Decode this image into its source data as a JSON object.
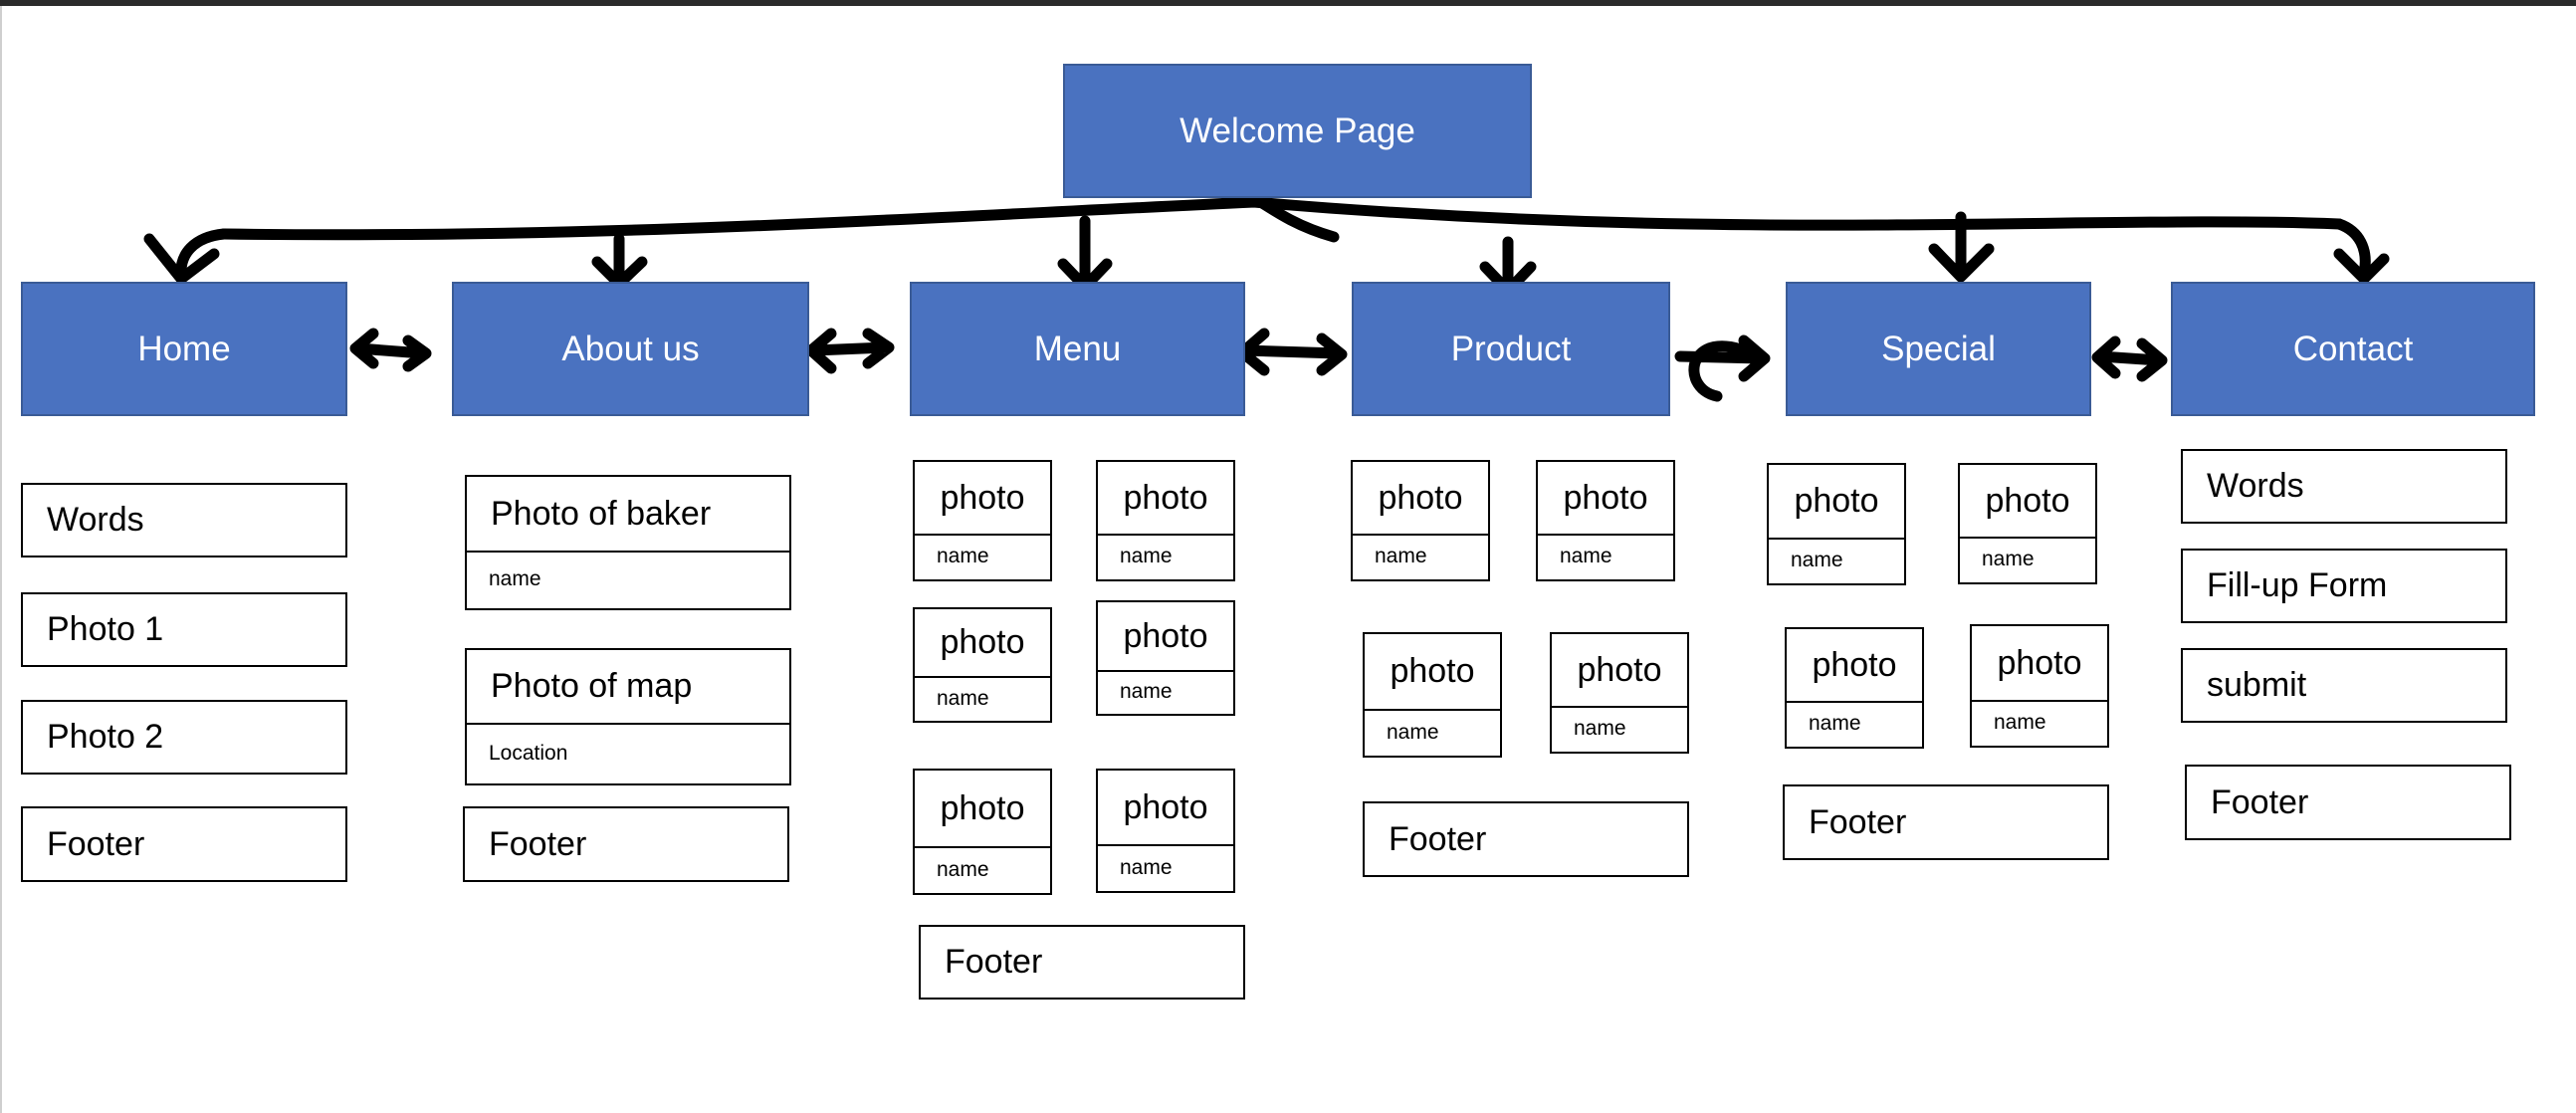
{
  "colors": {
    "node_fill": "#4a72c0",
    "node_border": "#3a5b96",
    "arrow": "#000000",
    "box_border": "#000000"
  },
  "root": {
    "label": "Welcome Page"
  },
  "pages": [
    {
      "label": "Home"
    },
    {
      "label": "About us"
    },
    {
      "label": "Menu"
    },
    {
      "label": "Product"
    },
    {
      "label": "Special"
    },
    {
      "label": "Contact"
    }
  ],
  "home": {
    "items": [
      "Words",
      "Photo 1",
      "Photo 2",
      "Footer"
    ]
  },
  "about": {
    "cards": [
      {
        "title": "Photo of baker",
        "caption": "name"
      },
      {
        "title": "Photo of map",
        "caption": "Location"
      }
    ],
    "footer": "Footer"
  },
  "menu": {
    "photos": [
      {
        "title": "photo",
        "caption": "name"
      },
      {
        "title": "photo",
        "caption": "name"
      },
      {
        "title": "photo",
        "caption": "name"
      },
      {
        "title": "photo",
        "caption": "name"
      },
      {
        "title": "photo",
        "caption": "name"
      },
      {
        "title": "photo",
        "caption": "name"
      }
    ],
    "footer": "Footer"
  },
  "product": {
    "photos": [
      {
        "title": "photo",
        "caption": "name"
      },
      {
        "title": "photo",
        "caption": "name"
      },
      {
        "title": "photo",
        "caption": "name"
      },
      {
        "title": "photo",
        "caption": "name"
      }
    ],
    "footer": "Footer"
  },
  "special": {
    "photos": [
      {
        "title": "photo",
        "caption": "name"
      },
      {
        "title": "photo",
        "caption": "name"
      },
      {
        "title": "photo",
        "caption": "name"
      },
      {
        "title": "photo",
        "caption": "name"
      }
    ],
    "footer": "Footer"
  },
  "contact": {
    "items": [
      "Words",
      "Fill-up Form",
      "submit",
      "Footer"
    ]
  }
}
